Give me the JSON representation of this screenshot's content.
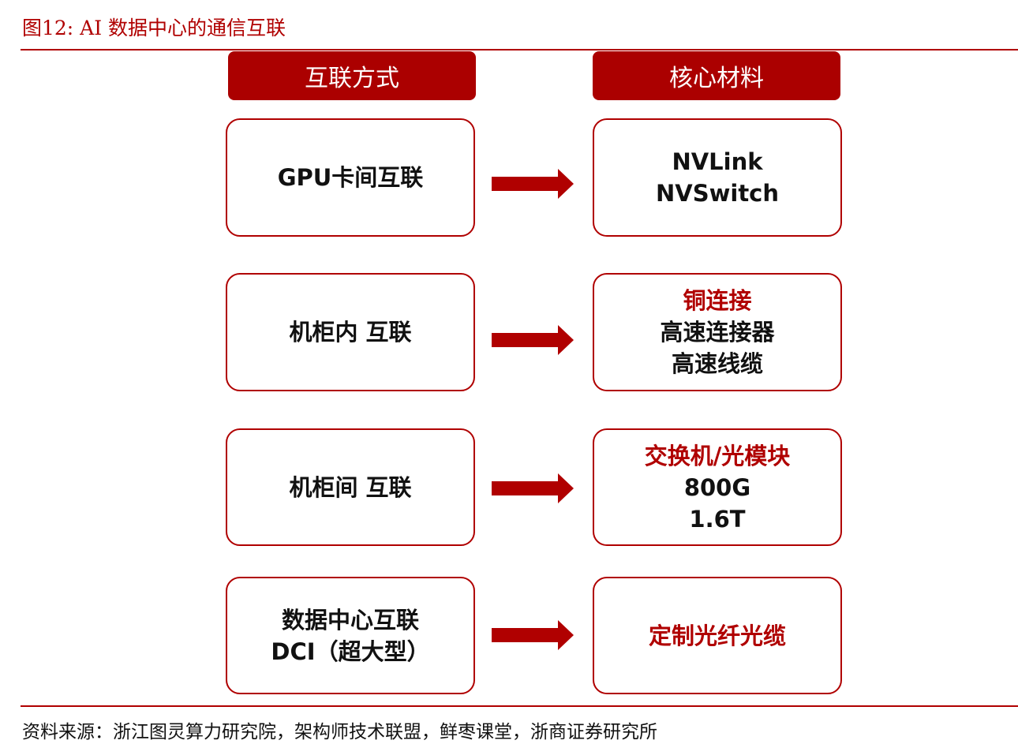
{
  "title": "图12:   AI 数据中心的通信互联",
  "headers": {
    "left": "互联方式",
    "right": "核心材料"
  },
  "rows": [
    {
      "left": [
        "GPU卡间互联"
      ],
      "right": [
        {
          "text": "NVLink",
          "red": false
        },
        {
          "text": "NVSwitch",
          "red": false
        }
      ]
    },
    {
      "left": [
        "机柜内 互联"
      ],
      "right": [
        {
          "text": "铜连接",
          "red": true
        },
        {
          "text": "高速连接器",
          "red": false
        },
        {
          "text": "高速线缆",
          "red": false
        }
      ]
    },
    {
      "left": [
        "机柜间 互联"
      ],
      "right": [
        {
          "text": "交换机/光模块",
          "red": true
        },
        {
          "text": "800G",
          "red": false
        },
        {
          "text": "1.6T",
          "red": false
        }
      ]
    },
    {
      "left": [
        "数据中心互联",
        "DCI（超大型）"
      ],
      "right": [
        {
          "text": "定制光纤光缆",
          "red": true
        }
      ]
    }
  ],
  "colors": {
    "accent": "#b00000"
  },
  "source": "资料来源：浙江图灵算力研究院，架构师技术联盟，鲜枣课堂，浙商证券研究所"
}
